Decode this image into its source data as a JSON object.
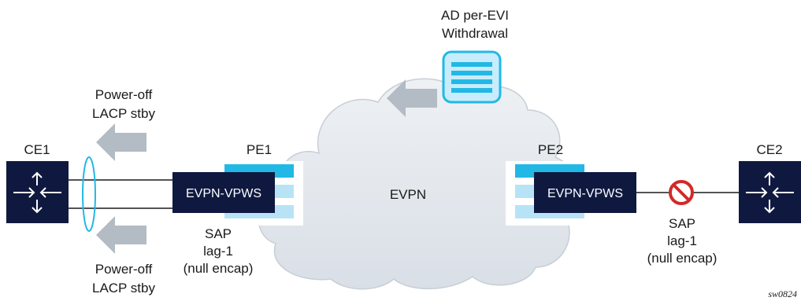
{
  "nodes": {
    "ce1": {
      "label": "CE1"
    },
    "ce2": {
      "label": "CE2"
    },
    "pe1": {
      "label": "PE1",
      "service_label": "EVPN-VPWS"
    },
    "pe2": {
      "label": "PE2",
      "service_label": "EVPN-VPWS"
    }
  },
  "cloud": {
    "label": "EVPN"
  },
  "messages": {
    "ad_withdrawal": {
      "line1": "AD per-EVI",
      "line2": "Withdrawal"
    }
  },
  "annotations": {
    "lacp_top": {
      "line1": "Power-off",
      "line2": "LACP stby"
    },
    "lacp_bottom": {
      "line1": "Power-off",
      "line2": "LACP stby"
    },
    "sap_pe1": {
      "line1": "SAP",
      "line2": "lag-1",
      "line3": "(null encap)"
    },
    "sap_pe2": {
      "line1": "SAP",
      "line2": "lag-1",
      "line3": "(null encap)"
    }
  },
  "figure_id": "sw0824",
  "colors": {
    "navy": "#0f1940",
    "cyan": "#22b8e6",
    "light_cyan": "#b8e3f7",
    "cloud_fill": "#dde3ea",
    "cloud_stroke": "#c7ced6",
    "arrow_gray": "#b3bcc4",
    "red": "#d12a2a"
  }
}
